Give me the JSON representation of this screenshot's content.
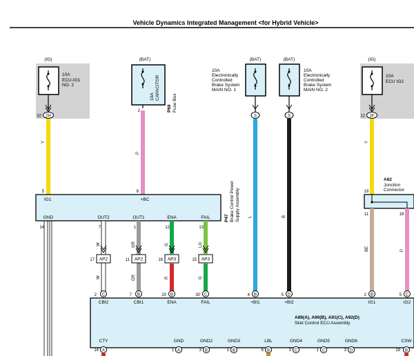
{
  "title": "Vehicle Dynamics Integrated Management <for Hybrid Vehicle>",
  "fuses": [
    {
      "source": "(IG)",
      "rating": "10A",
      "name_lines": [
        "ECU-IG1",
        "NO. 2"
      ]
    },
    {
      "source": "(BAT)",
      "rating": "10A",
      "name_lines": [
        "CAPACITOR"
      ]
    },
    {
      "source": "(BAT)",
      "rating": "10A",
      "name_lines": [
        "Electronically",
        "Controlled",
        "Brake System",
        "MAIN NO. 1"
      ]
    },
    {
      "source": "(BAT)",
      "rating": "10A",
      "name_lines": [
        "Electronically",
        "Controlled",
        "Brake System",
        "MAIN NO. 2"
      ]
    },
    {
      "source": "(IG)",
      "rating": "10A",
      "name_lines": [
        "ECU IG2"
      ]
    }
  ],
  "fuse_box": {
    "code": "P68",
    "name": "Fuse Box"
  },
  "junction_connector": {
    "code": "A62",
    "name_lines": [
      "Junction",
      "Connector"
    ]
  },
  "supply_assembly": {
    "code": "P47",
    "name_lines": [
      "Brake Control Power",
      "Supply Assembly"
    ]
  },
  "ecu": {
    "codes": "A89(A), A90(B), A91(C), A92(D)",
    "name": "Skid Control ECU Assembly"
  },
  "wire_colors": {
    "Y": "#f5d90a",
    "P": "#e590c4",
    "L": "#2aa8e0",
    "B": "#1a1a1a",
    "BE": "#c5ad98",
    "W": "#ffffff",
    "GR": "#9a9a9a",
    "G": "#15a84a",
    "R": "#d42a2a",
    "LG": "#7dc242"
  },
  "pins": {
    "p32": "32",
    "p2H": "2H",
    "p12": "12",
    "p2F": "2F",
    "p2": "2",
    "pS": "S",
    "p5": "5",
    "p8": "8",
    "p19": "19",
    "p11": "11",
    "p18": "18",
    "p14a": "14",
    "p7a": "7",
    "p1a": "1",
    "p12b": "12",
    "p13": "13",
    "p17": "17",
    "p11b": "11",
    "p16": "16",
    "p15": "15",
    "p2b": "2",
    "p7b": "7",
    "p20": "20",
    "p30": "30",
    "p4": "4",
    "p5b": "5",
    "p2c": "2",
    "p5c": "5",
    "p14b": "14",
    "p1b": "1",
    "p3a": "3",
    "p1c": "1",
    "p6": "6",
    "p3b": "3",
    "p1d": "1",
    "p3c": "3",
    "p19b": "19"
  },
  "conn_letters": {
    "A": "A",
    "B": "B",
    "C": "C",
    "D": "D"
  },
  "splices": {
    "ap2": "AP2",
    "ap3": "AP3"
  },
  "wire_labels": {
    "Y": "Y",
    "P": "P",
    "L": "L",
    "B": "B",
    "BE": "BE",
    "W": "W",
    "GR": "GR",
    "G": "G",
    "R": "R",
    "LG": "LG"
  },
  "supply_terms": {
    "IG1": "IG1",
    "BC": "+BC",
    "GND": "GND",
    "OUT2": "OUT2",
    "OUT1": "OUT1",
    "ENA": "ENA",
    "FAIL": "FAIL"
  },
  "ecu_top_terms": {
    "CBI2": "CBI2",
    "CBI1": "CBI1",
    "ENA": "ENA",
    "FAIL": "FAIL",
    "BI1": "+BI1",
    "BI2": "+BI2",
    "IG1": "IG1",
    "IG2": "IG2"
  },
  "ecu_bottom_terms": {
    "CTY": "CTY",
    "GND": "GND",
    "GND2": "GND2",
    "GND3": "GND3",
    "LBL": "LBL",
    "GND4": "GND4",
    "GND5": "GND5",
    "GND6": "GND6",
    "CSW": "CSW"
  }
}
